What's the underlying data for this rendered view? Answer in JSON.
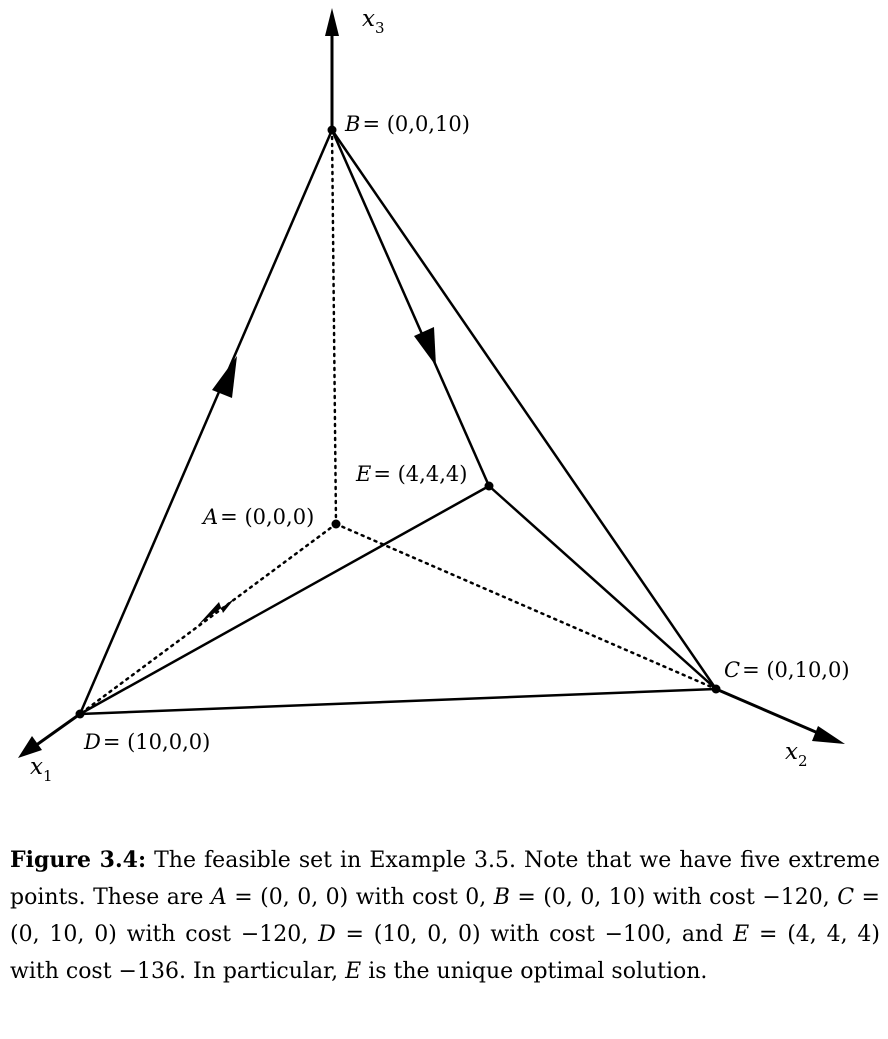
{
  "axes": {
    "x1": {
      "letter": "x",
      "sub": "1"
    },
    "x2": {
      "letter": "x",
      "sub": "2"
    },
    "x3": {
      "letter": "x",
      "sub": "3"
    }
  },
  "vertices": {
    "A": {
      "name": "A",
      "coords": "= (0,0,0)"
    },
    "B": {
      "name": "B",
      "coords": "= (0,0,10)"
    },
    "C": {
      "name": "C",
      "coords": "= (0,10,0)"
    },
    "D": {
      "name": "D",
      "coords": "= (10,0,0)"
    },
    "E": {
      "name": "E",
      "coords": "= (4,4,4)"
    }
  },
  "caption": {
    "label": "Figure 3.4:",
    "s1": " The feasible set in Example 3.5. Note that we have five extreme points. These are ",
    "A_name": "A",
    "A_text": " = (0, 0, 0) with cost 0, ",
    "B_name": "B",
    "B_text": " = (0, 0, 10) with cost −120, ",
    "C_name": "C",
    "C_text": " = (0, 10, 0) with cost −120, ",
    "D_name": "D",
    "D_text": " = (10, 0, 0) with cost −100, and ",
    "E_name": "E",
    "E_text": " = (4, 4, 4) with cost −136. In particular, ",
    "E_name2": "E",
    "s_end": " is the unique optimal solution."
  }
}
